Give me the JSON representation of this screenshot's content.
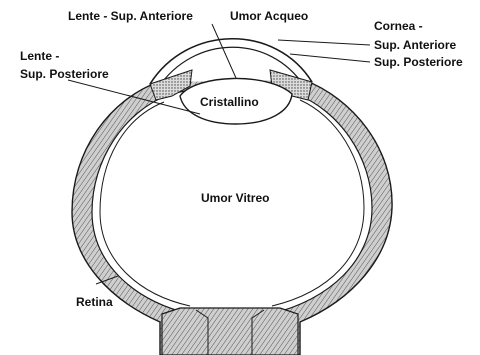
{
  "labels": {
    "lens_anterior": "Lente - Sup. Anteriore",
    "aqueous_humor": "Umor Acqueo",
    "cornea_line1": "Cornea -",
    "cornea_line2": "Sup. Anteriore",
    "cornea_posterior": "Sup. Posteriore",
    "lens_posterior_line1": "Lente -",
    "lens_posterior_line2": "Sup. Posteriore",
    "lens": "Cristallino",
    "vitreous_humor": "Umor Vitreo",
    "retina": "Retina"
  },
  "colors": {
    "line": "#1a1a1a",
    "wall_fill": "#bdbdbd",
    "background": "#ffffff"
  }
}
